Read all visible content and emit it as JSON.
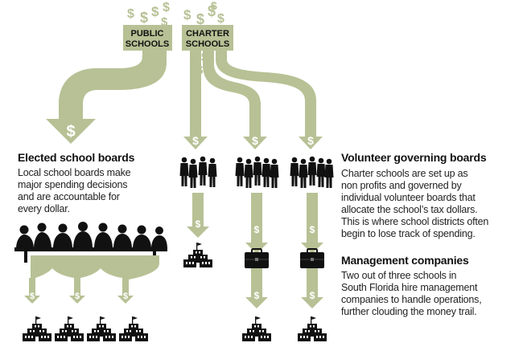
{
  "colors": {
    "arrow": "#b7c195",
    "label_box": "#b7c195",
    "silhouette": "#111111",
    "background": "#ffffff"
  },
  "top_labels": {
    "public_line1": "PUBLIC",
    "public_line2": "SCHOOLS",
    "charter_line1": "CHARTER",
    "charter_line2": "SCHOOLS"
  },
  "symbol": "$",
  "icons": [
    "dollar-sign-icon",
    "school-building-icon",
    "briefcase-icon",
    "people-silhouette-icon",
    "board-meeting-icon"
  ],
  "elected": {
    "heading": "Elected school boards",
    "lines": [
      "Local school boards make",
      "major spending decisions",
      "and are accountable for",
      "every dollar."
    ]
  },
  "volunteer": {
    "heading": "Volunteer governing boards",
    "lines": [
      "Charter schools are set up as",
      "non profits and governed by",
      "individual volunteer boards that",
      "allocate the school’s tax dollars.",
      "This is where school districts often",
      "begin to lose track of spending."
    ]
  },
  "management": {
    "heading": "Management companies",
    "lines": [
      "Two out of three schools in",
      "South Florida hire management",
      "companies to handle operations,",
      "further clouding the money trail."
    ]
  }
}
